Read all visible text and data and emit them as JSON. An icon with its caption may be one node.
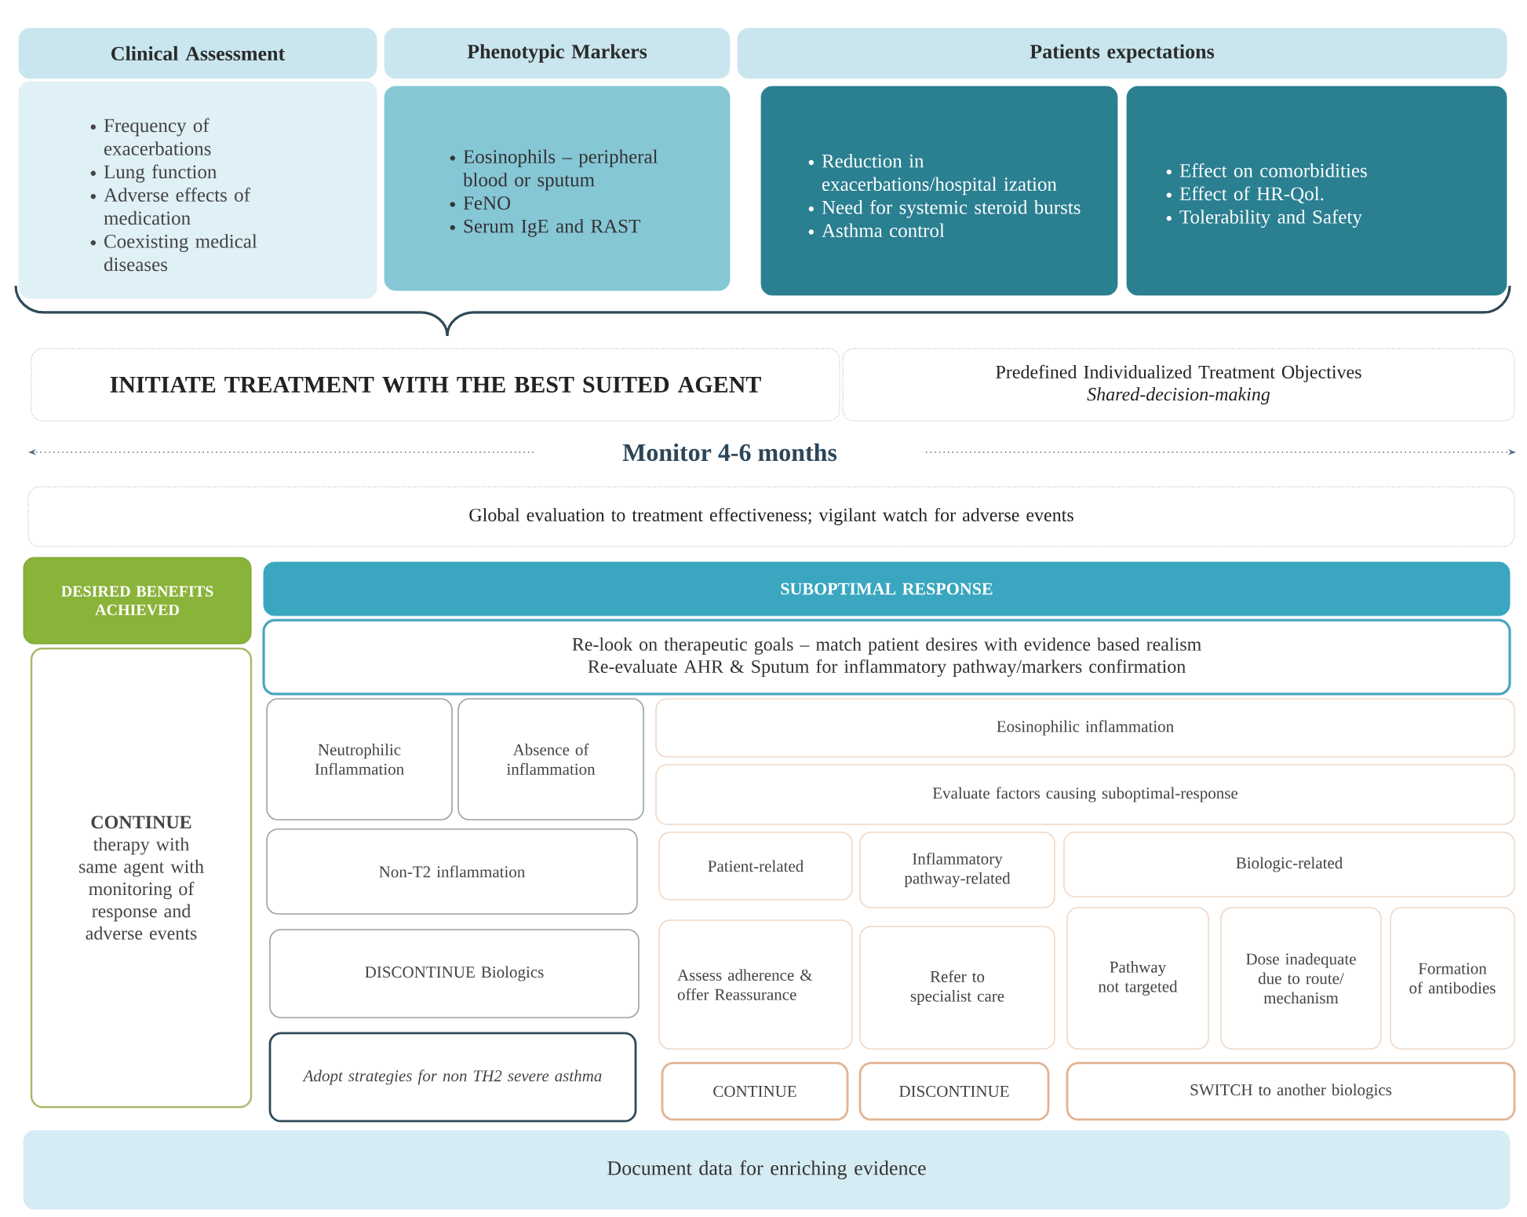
{
  "diagram": {
    "nodes": [
      {
        "text": [
          "Clinical Assessment"
        ]
      },
      {
        "text": [
          "Frequency of exacerbations",
          "Lung function",
          "Adverse effects of medication",
          "Coexisting medical diseases"
        ]
      },
      {
        "text": [
          "Phenotypic Markers"
        ]
      },
      {
        "text": [
          "Eosinophils – peripheral blood or sputum",
          "FeNO",
          "Serum IgE and RAST"
        ]
      },
      {
        "text": [
          "Patients expectations"
        ]
      },
      {
        "text": [
          "Reduction in exacerbations/hospital ization",
          "Need for systemic steroid bursts",
          "Asthma control"
        ]
      },
      {
        "text": [
          "Effect on comorbidities",
          "Effect of HR-Qol.",
          "Tolerability and Safety"
        ]
      },
      {
        "text": [
          "INITIATE TREATMENT WITH THE BEST SUITED AGENT"
        ]
      },
      {
        "text": [
          "Predefined Individualized Treatment Objectives",
          "Shared-decision-making"
        ]
      },
      {
        "text": [
          "Global evaluation to treatment effectiveness; vigilant watch for adverse events"
        ]
      },
      {
        "text": [
          "DESIRED BENEFITS ACHIEVED"
        ]
      },
      {
        "text": [
          "SUBOPTIMAL RESPONSE"
        ]
      },
      {
        "text": [
          "Re-look on therapeutic goals – match patient desires with evidence based realism",
          "Re-evaluate AHR & Sputum for inflammatory pathway/markers confirmation"
        ]
      },
      {
        "text": [
          "**CONTINUE** therapy with same agent with monitoring of response and adverse events"
        ]
      },
      {
        "text": [
          "Neutrophilic Inflammation"
        ]
      },
      {
        "text": [
          "Absence of inflammation"
        ]
      },
      {
        "text": [
          "Eosinophilic inflammation"
        ]
      },
      {
        "text": [
          "Evaluate factors causing suboptimal-response"
        ]
      },
      {
        "text": [
          "Non-T2 inflammation"
        ]
      },
      {
        "text": [
          "Patient-related"
        ]
      },
      {
        "text": [
          "Inflammatory pathway-related"
        ]
      },
      {
        "text": [
          "Biologic-related"
        ]
      },
      {
        "text": [
          "DISCONTINUE Biologics"
        ]
      },
      {
        "text": [
          "Assess adherence & offer Reassurance"
        ]
      },
      {
        "text": [
          "Refer to specialist care"
        ]
      },
      {
        "text": [
          "Pathway not targeted"
        ]
      },
      {
        "text": [
          "Dose inadequate due to route/ mechanism"
        ]
      },
      {
        "text": [
          "Formation of antibodies"
        ]
      },
      {
        "text": [
          "Adopt strategies for non TH2 severe asthma"
        ]
      },
      {
        "text": [
          "CONTINUE"
        ]
      },
      {
        "text": [
          "DISCONTINUE"
        ]
      },
      {
        "text": [
          "SWITCH to another biologics"
        ]
      },
      {
        "text": [
          "Document data for enriching evidence"
        ]
      }
    ],
    "labels": [
      "Monitor 4-6 months"
    ]
  }
}
